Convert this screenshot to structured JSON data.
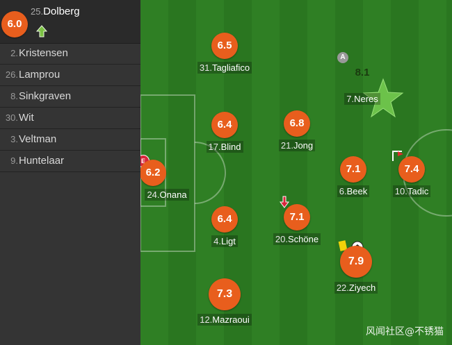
{
  "bench": {
    "featured": {
      "number": "25.",
      "name": "Dolberg",
      "rating": "6.0",
      "event_icon": "sub-in-arrow-icon"
    },
    "subs": [
      {
        "number": "2.",
        "name": "Kristensen"
      },
      {
        "number": "26.",
        "name": "Lamprou"
      },
      {
        "number": "8.",
        "name": "Sinkgraven"
      },
      {
        "number": "30.",
        "name": "Wit"
      },
      {
        "number": "3.",
        "name": "Veltman"
      },
      {
        "number": "9.",
        "name": "Huntelaar"
      }
    ]
  },
  "players": [
    {
      "number": "31.",
      "name": "Tagliafico",
      "rating": "6.5"
    },
    {
      "number": "7.",
      "name": "Neres",
      "rating": "8.1",
      "badge": "A",
      "man_of_match": true
    },
    {
      "number": "17.",
      "name": "Blind",
      "rating": "6.4"
    },
    {
      "number": "21.",
      "name": "Jong",
      "rating": "6.8"
    },
    {
      "number": "6.",
      "name": "Beek",
      "rating": "7.1"
    },
    {
      "number": "10.",
      "name": "Tadic",
      "rating": "7.4"
    },
    {
      "number": "24.",
      "name": "Onana",
      "rating": "6.2",
      "badge": "E"
    },
    {
      "number": "4.",
      "name": "Ligt",
      "rating": "6.4"
    },
    {
      "number": "20.",
      "name": "Schöne",
      "rating": "7.1",
      "event_icon": "sub-out-arrow-icon"
    },
    {
      "number": "22.",
      "name": "Ziyech",
      "rating": "7.9",
      "event_icon": "yellow-card-icon"
    },
    {
      "number": "12.",
      "name": "Mazraoui",
      "rating": "7.3"
    }
  ],
  "colors": {
    "rating": "#e85e1d",
    "pitch_light": "#2f7f24",
    "pitch_dark": "#2a7620",
    "star": "#6cc24a"
  },
  "watermark": "风闻社区@不锈猫"
}
